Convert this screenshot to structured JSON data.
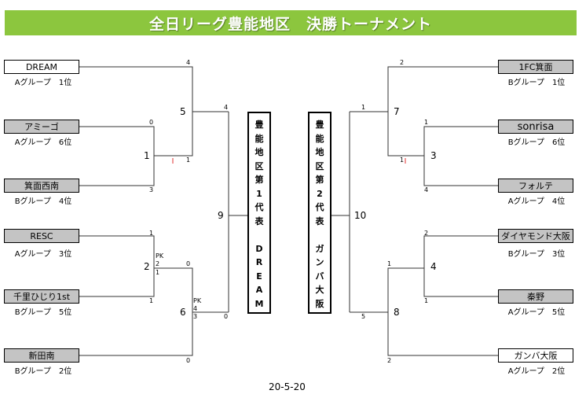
{
  "title": "全日リーグ豊能地区　決勝トーナメント",
  "date": "20-5-20",
  "representatives": {
    "first": {
      "label_chars": [
        "豊",
        "能",
        "地",
        "区",
        "第",
        "1",
        "代",
        "表"
      ],
      "team_chars": [
        "D",
        "R",
        "E",
        "A",
        "M"
      ]
    },
    "second": {
      "label_chars": [
        "豊",
        "能",
        "地",
        "区",
        "第",
        "2",
        "代",
        "表"
      ],
      "team_chars": [
        "ガ",
        "ン",
        "バ",
        "大",
        "阪"
      ]
    }
  },
  "teams_left": [
    {
      "name": "DREAM",
      "group": "Aグループ　1位",
      "shade": "white"
    },
    {
      "name": "アミーゴ",
      "group": "Aグループ　6位",
      "shade": "gray"
    },
    {
      "name": "箕面西南",
      "group": "Bグループ　4位",
      "shade": "gray"
    },
    {
      "name": "RESC",
      "group": "Aグループ　3位",
      "shade": "gray"
    },
    {
      "name": "千里ひじり1st",
      "group": "Bグループ　5位",
      "shade": "gray"
    },
    {
      "name": "新田南",
      "group": "Bグループ　2位",
      "shade": "gray"
    }
  ],
  "teams_right": [
    {
      "name": "1FC箕面",
      "group": "Bグループ　1位",
      "shade": "gray"
    },
    {
      "name": "sonrisa",
      "group": "Bグループ　6位",
      "shade": "gray"
    },
    {
      "name": "フォルテ",
      "group": "Aグループ　4位",
      "shade": "gray"
    },
    {
      "name": "ダイヤモンド大阪",
      "group": "Bグループ　3位",
      "shade": "gray"
    },
    {
      "name": "秦野",
      "group": "Aグループ　5位",
      "shade": "gray"
    },
    {
      "name": "ガンバ大阪",
      "group": "Aグループ　2位",
      "shade": "white"
    }
  ],
  "match_numbers": {
    "m1": "1",
    "m2": "2",
    "m3": "3",
    "m4": "4",
    "m5": "5",
    "m6": "6",
    "m7": "7",
    "m8": "8",
    "m9": "9",
    "m10": "10"
  },
  "scores": {
    "dream_m5": "4",
    "amigo_m1": "0",
    "minoh_m1": "3",
    "m1_winner_m5": "1",
    "m5_winner_m9": "4",
    "resc_m2": "1",
    "senri_m2": "1",
    "m2_pk_label": "PK",
    "m2_pk_top": "2",
    "m2_pk_bottom": "1",
    "m2_winner_m6": "0",
    "m6_pk_label": "PK",
    "m6_pk_top": "4",
    "m6_pk_bottom": "3",
    "nittaminami_m6": "0",
    "m6_winner_m9": "0",
    "fc_minoh_m7": "2",
    "m7_winner_m10": "1",
    "sonrisa_m3": "1",
    "forte_m3": "4",
    "m3_winner_m7": "1",
    "diamond_m4": "2",
    "hatano_m4": "1",
    "m4_winner_m8": "1",
    "m8_winner_m10": "5",
    "gamba_m8": "2"
  },
  "colors": {
    "title_bar": "#8cc63e",
    "box_gray": "#c4c4c4",
    "winner_tick": "#e03030"
  }
}
